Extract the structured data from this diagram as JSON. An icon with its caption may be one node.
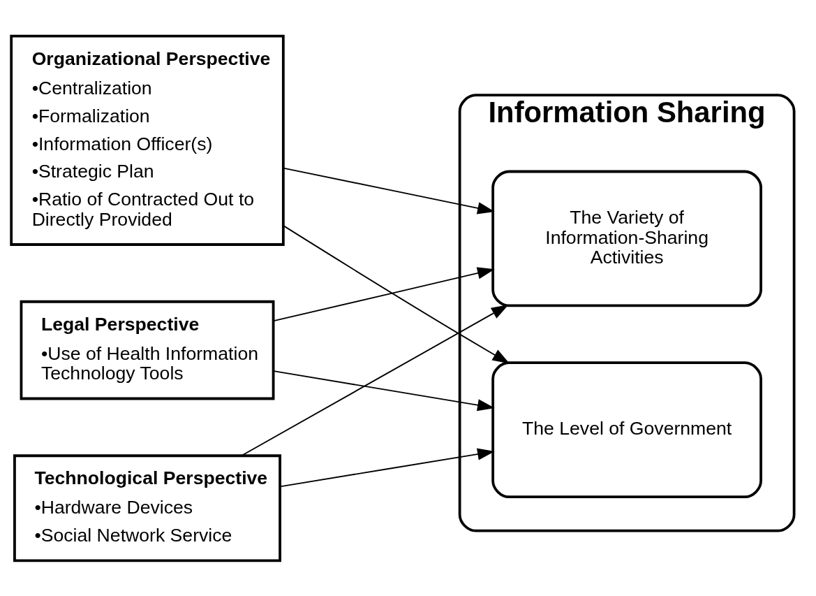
{
  "diagram": {
    "nodes": [
      {
        "text": [
          "Legal Perspective",
          "•Use of Health Information Technology Tools"
        ]
      },
      {
        "text": [
          "Technological Perspective",
          "•Hardware Devices",
          "•Social Network Service"
        ]
      },
      {
        "text": [
          "Organizational Perspective",
          "•Centralization",
          "•Formalization",
          "•Information Officer(s)",
          "•Strategic Plan",
          "•Ratio of Contracted Out to Directly Provided"
        ]
      },
      {
        "text": [
          "Information Sharing"
        ]
      },
      {
        "text": [
          "The Variety of Information-Sharing Activities"
        ],
        "in": 3
      },
      {
        "text": [
          "The Level of Government"
        ],
        "in": 3
      }
    ],
    "edges": [
      {
        "from": 0,
        "to": 4,
        "arrow": "to"
      },
      {
        "from": 0,
        "to": 5,
        "arrow": "to"
      },
      {
        "from": 1,
        "to": 4,
        "arrow": "to"
      },
      {
        "from": 1,
        "to": 5,
        "arrow": "to"
      },
      {
        "from": 2,
        "to": 4,
        "arrow": "to"
      },
      {
        "from": 2,
        "to": 5,
        "arrow": "to"
      }
    ]
  }
}
